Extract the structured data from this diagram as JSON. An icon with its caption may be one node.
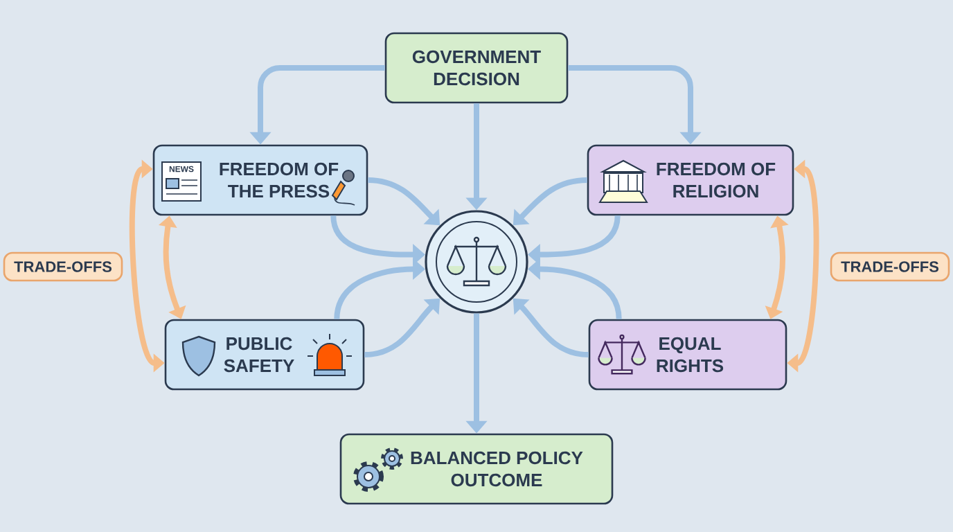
{
  "diagram": {
    "nodes": [
      {
        "text": [
          "GOVERNMENT DECISION"
        ]
      },
      {
        "text": [
          "FREEDOM OF THE PRESS"
        ]
      },
      {
        "text": [
          "FREEDOM OF RELIGION"
        ]
      },
      {
        "text": [
          "TRADE-OFFS"
        ]
      },
      {
        "text": [],
        "shape": "circle"
      },
      {
        "text": [
          "TRADE-OFFS"
        ]
      },
      {
        "text": [
          "PUBLIC SAFETY"
        ]
      },
      {
        "text": [
          "EQUAL RIGHTS"
        ]
      },
      {
        "text": [
          "BALANCED POLICY OUTCOME"
        ]
      }
    ],
    "edges": [
      {
        "from": 0,
        "to": 1,
        "arrow": "to"
      },
      {
        "from": 0,
        "to": 2,
        "arrow": "to"
      },
      {
        "from": 0,
        "to": 4,
        "arrow": "to"
      },
      {
        "from": 1,
        "to": 4,
        "arrow": "to"
      },
      {
        "from": 1,
        "to": 4,
        "arrow": "to"
      },
      {
        "from": 6,
        "to": 4,
        "arrow": "to"
      },
      {
        "from": 6,
        "to": 4,
        "arrow": "to"
      },
      {
        "from": 2,
        "to": 4,
        "arrow": "to"
      },
      {
        "from": 2,
        "to": 4,
        "arrow": "to"
      },
      {
        "from": 7,
        "to": 4,
        "arrow": "to"
      },
      {
        "from": 7,
        "to": 4,
        "arrow": "to"
      },
      {
        "from": 4,
        "to": 8,
        "arrow": "to"
      },
      {
        "from": 1,
        "to": 6,
        "arrow": "both",
        "color": "#f5bd8a"
      },
      {
        "from": 1,
        "to": 6,
        "arrow": "both",
        "color": "#f5bd8a"
      },
      {
        "from": 2,
        "to": 7,
        "arrow": "both",
        "color": "#f5bd8a"
      },
      {
        "from": 2,
        "to": 7,
        "arrow": "both",
        "color": "#f5bd8a"
      }
    ],
    "labels": [
      "NEWS"
    ]
  }
}
